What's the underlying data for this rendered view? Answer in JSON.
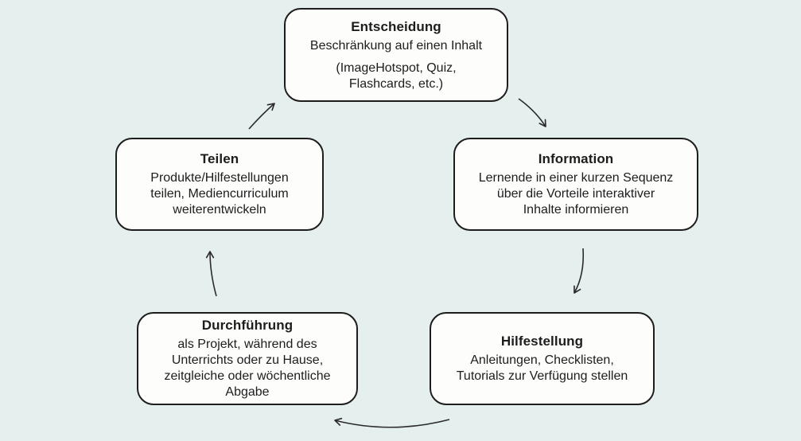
{
  "diagram": {
    "type": "cycle",
    "background_color": "#e5efed",
    "box_fill_color": "#fdfdfc",
    "box_border_color": "#1d1d1d",
    "text_color": "#1d1d1d",
    "arrow_color": "#2b2b2b",
    "nodes": [
      {
        "id": "entscheidung",
        "title": "Entscheidung",
        "paragraphs": [
          "Beschränkung auf einen Inhalt",
          "(ImageHotspot, Quiz,\nFlashcards, etc.)"
        ]
      },
      {
        "id": "information",
        "title": "Information",
        "paragraphs": [
          "Lernende in einer kurzen Sequenz\nüber die Vorteile interaktiver\nInhalte informieren"
        ]
      },
      {
        "id": "hilfestellung",
        "title": "Hilfestellung",
        "paragraphs": [
          "Anleitungen, Checklisten,\nTutorials zur Verfügung stellen"
        ]
      },
      {
        "id": "durchfuehrung",
        "title": "Durchführung",
        "paragraphs": [
          "als Projekt, während des\nUnterrichts oder zu Hause,\nzeitgleiche oder wöchentliche\nAbgabe"
        ]
      },
      {
        "id": "teilen",
        "title": "Teilen",
        "paragraphs": [
          "Produkte/Hilfestellungen\nteilen, Mediencurriculum\nweiterentwickeln"
        ]
      }
    ],
    "edges": [
      {
        "from": "Entscheidung",
        "to": "Information"
      },
      {
        "from": "Information",
        "to": "Hilfestellung"
      },
      {
        "from": "Hilfestellung",
        "to": "Durchführung"
      },
      {
        "from": "Durchführung",
        "to": "Teilen"
      },
      {
        "from": "Teilen",
        "to": "Entscheidung"
      }
    ]
  }
}
